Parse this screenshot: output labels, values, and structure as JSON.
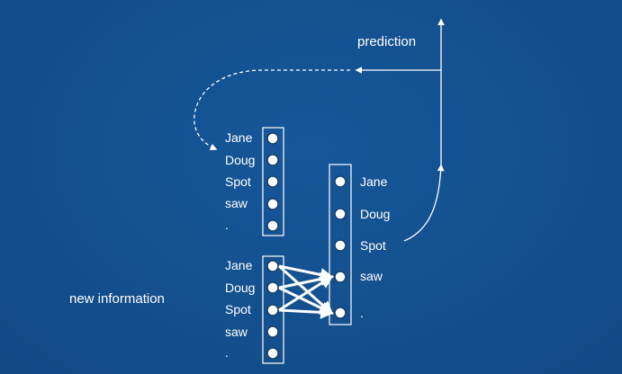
{
  "diagram": {
    "title_prediction": "prediction",
    "label_new_information": "new information",
    "memory_column": {
      "labels": [
        "Jane",
        "Doug",
        "Spot",
        "saw",
        "."
      ]
    },
    "input_column": {
      "labels": [
        "Jane",
        "Doug",
        "Spot",
        "saw",
        "."
      ]
    },
    "output_column": {
      "labels": [
        "Jane",
        "Doug",
        "Spot",
        "saw",
        "."
      ]
    },
    "colors": {
      "background": "#13508d",
      "foreground": "#ffffff"
    }
  }
}
